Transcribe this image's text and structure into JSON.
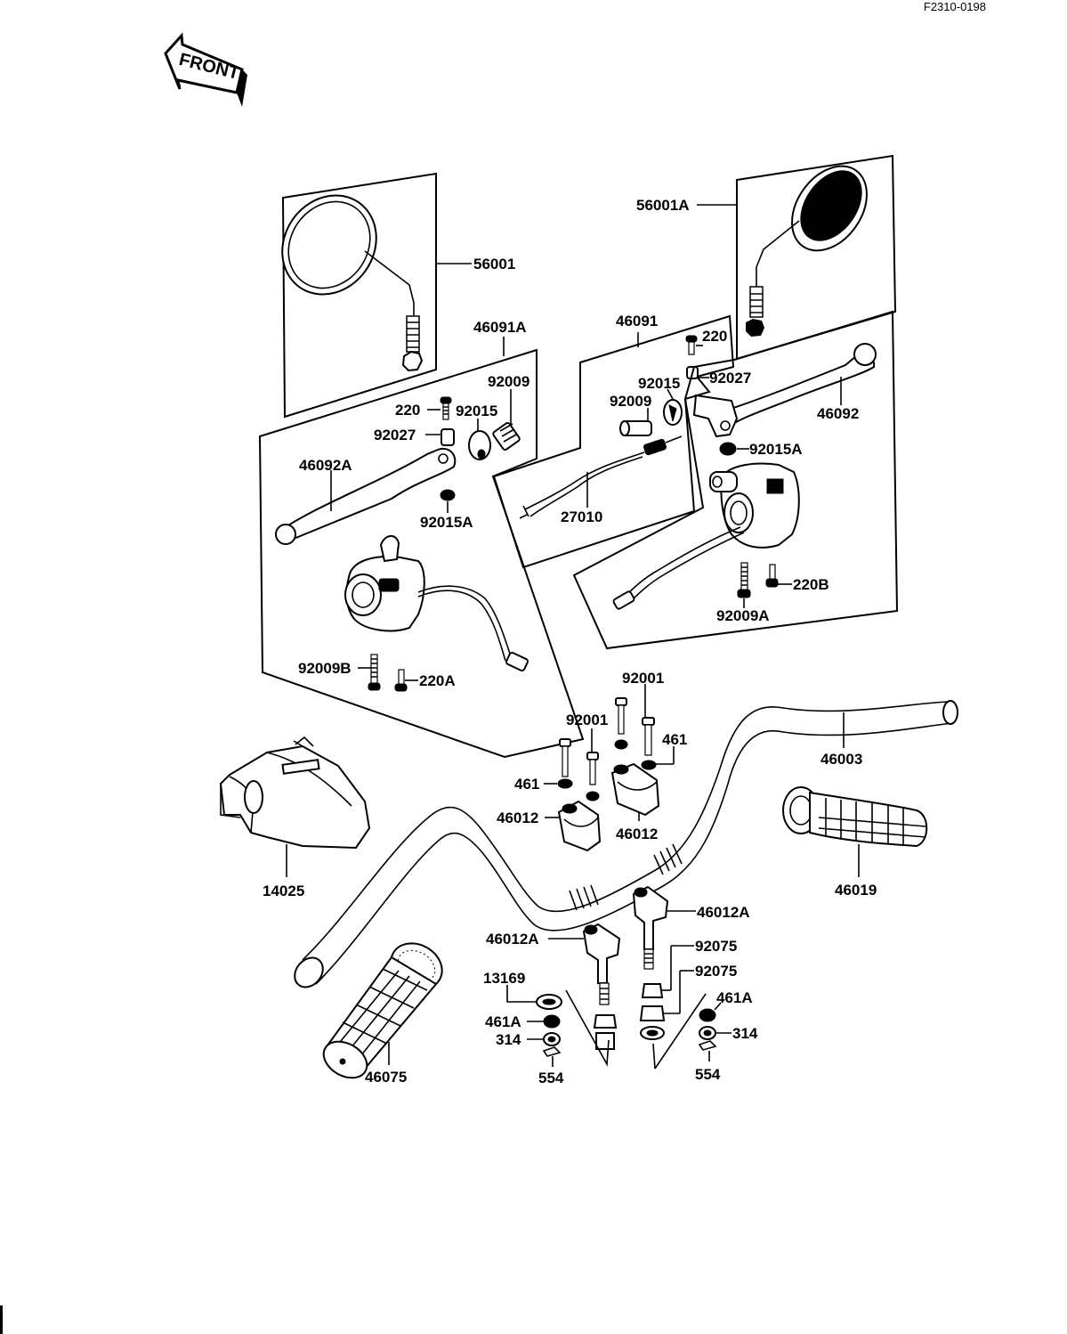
{
  "drawing_code": "F2310-0198",
  "front_label": "FRONT",
  "parts": {
    "p56001": "56001",
    "p56001A": "56001A",
    "p46091A": "46091A",
    "p46091": "46091",
    "p220_l": "220",
    "p220_r": "220",
    "p92009_l": "92009",
    "p92009_r": "92009",
    "p92015_l": "92015",
    "p92015_r": "92015",
    "p92027_l": "92027",
    "p92027_r": "92027",
    "p46092A": "46092A",
    "p46092": "46092",
    "p92015A_l": "92015A",
    "p92015A_r": "92015A",
    "p27010": "27010",
    "p220B": "220B",
    "p92009A": "92009A",
    "p92009B": "92009B",
    "p220A": "220A",
    "p92001_a": "92001",
    "p92001_b": "92001",
    "p461_a": "461",
    "p461_b": "461",
    "p46012_l": "46012",
    "p46012_r": "46012",
    "p46003": "46003",
    "p14025": "14025",
    "p46019": "46019",
    "p46012A_r": "46012A",
    "p46012A_l": "46012A",
    "p92075_a": "92075",
    "p92075_b": "92075",
    "p13169": "13169",
    "p461A_l": "461A",
    "p461A_r": "461A",
    "p314_l": "314",
    "p314_r": "314",
    "p554_l": "554",
    "p554_r": "554",
    "p46075": "46075"
  }
}
